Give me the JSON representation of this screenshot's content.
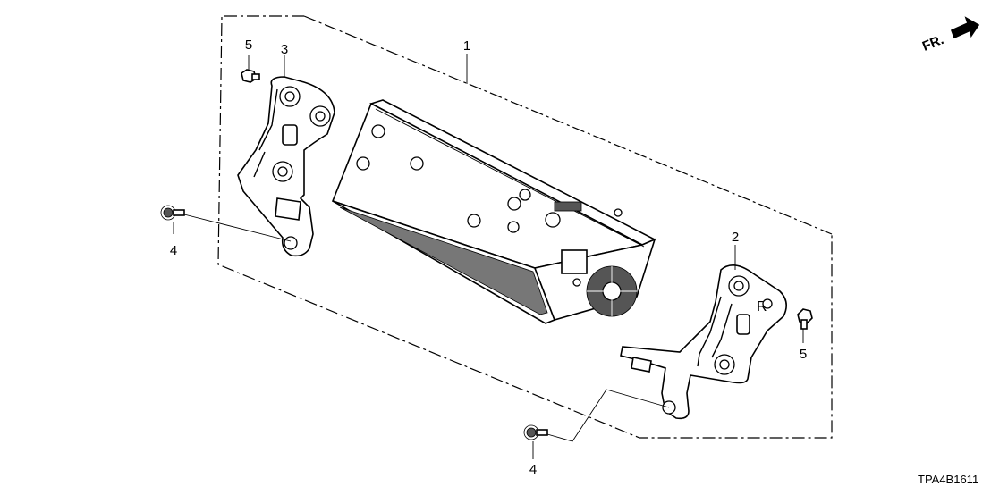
{
  "callouts": {
    "radio_unit": "1",
    "bracket_right": "2",
    "bracket_left": "3",
    "screw_upper_left": "4",
    "screw_lower": "4",
    "nut_upper_left": "5",
    "nut_right": "5"
  },
  "front_indicator": "FR.",
  "diagram_code": "TPA4B1611"
}
